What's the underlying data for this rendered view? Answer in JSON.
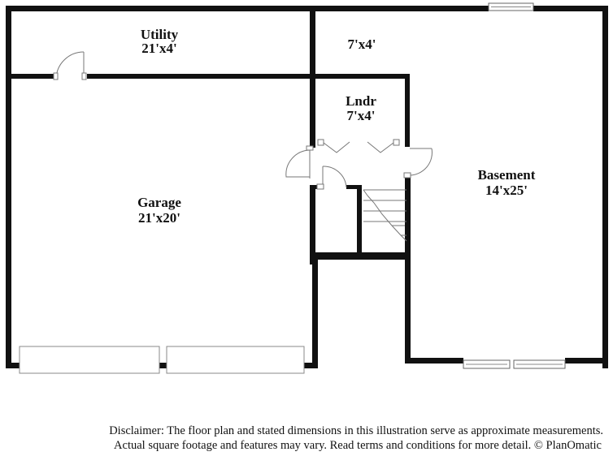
{
  "rooms": {
    "utility": {
      "name": "Utility",
      "dims": "21'x4'"
    },
    "closet": {
      "dims": "7'x4'"
    },
    "laundry": {
      "name": "Lndr",
      "dims": "7'x4'"
    },
    "garage": {
      "name": "Garage",
      "dims": "21'x20'"
    },
    "basement": {
      "name": "Basement",
      "dims": "14'x25'"
    }
  },
  "disclaimer": {
    "line1": "Disclaimer: The floor plan and stated dimensions in this illustration serve as approximate measurements.",
    "line2": "Actual square footage and features may vary. Read terms and conditions for more detail. © PlanOmatic"
  }
}
